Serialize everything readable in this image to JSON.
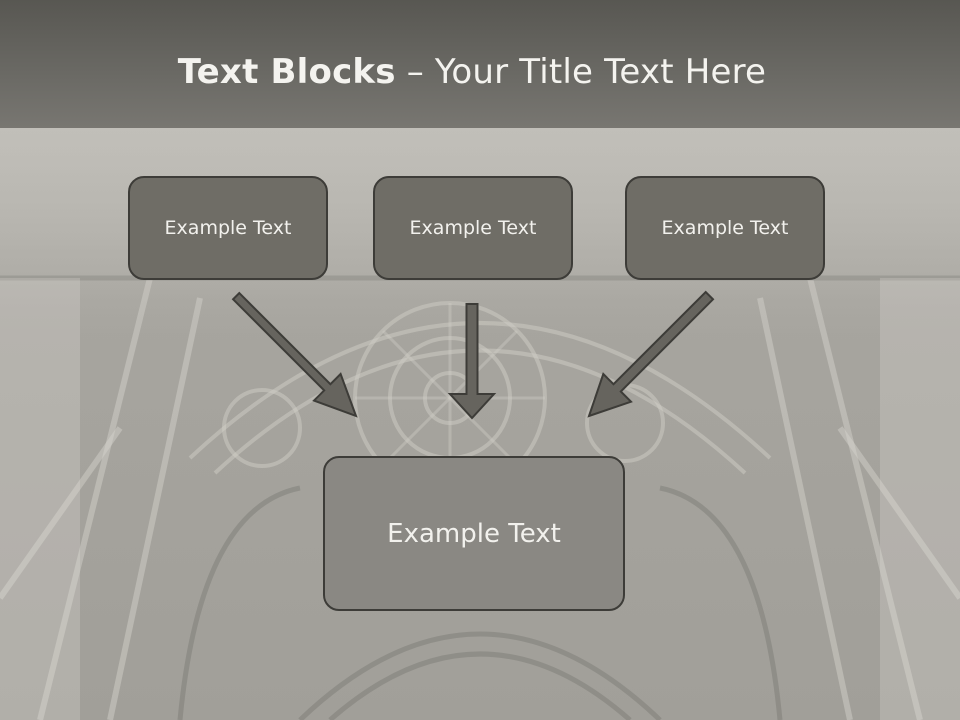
{
  "title": {
    "bold": "Text Blocks",
    "dash": " – ",
    "rest": "Your Title Text Here"
  },
  "boxes": {
    "top_left": "Example Text",
    "top_center": "Example Text",
    "top_right": "Example Text",
    "bottom": "Example Text"
  },
  "colors": {
    "box_fill": "#6f6d66",
    "box_border": "#3d3c38",
    "bottom_box_fill": "#8a8883",
    "arrow_fill": "#66645e",
    "header": "#585752"
  }
}
